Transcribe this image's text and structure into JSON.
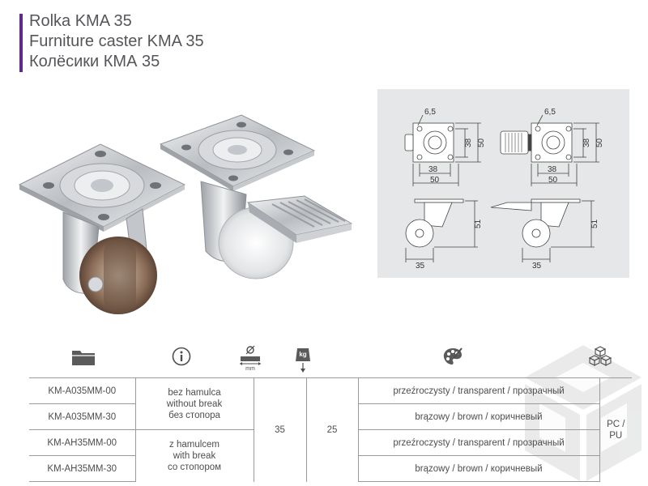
{
  "colors": {
    "accent": "#5f2a8c",
    "text": "#4d4d4d",
    "rule": "#9a9a9a",
    "panel": "#e6e7e8"
  },
  "header": {
    "title_pl": "Rolka KMA 35",
    "title_en": "Furniture caster KMA 35",
    "title_ru": "Колёсики КМА 35"
  },
  "drawing": {
    "hole_label": "6,5",
    "dim_38": "38",
    "dim_50": "50",
    "dim_51": "51",
    "dim_35": "35"
  },
  "table": {
    "column_icons": [
      "folder-icon",
      "info-icon",
      "wheel-diameter-icon",
      "load-weight-icon",
      "palette-icon",
      "material-cubes-icon"
    ],
    "diameter_unit": "mm",
    "weight_unit": "kg",
    "rows": [
      {
        "code": "KM-A035MM-00",
        "color": "przeźroczysty / transparent / прозрачный"
      },
      {
        "code": "KM-A035MM-30",
        "color": "brązowy / brown / коричневый"
      },
      {
        "code": "KM-AH35MM-00",
        "color": "przeźroczysty / transparent / прозрачный"
      },
      {
        "code": "KM-AH35MM-30",
        "color": "brązowy / brown / коричневый"
      }
    ],
    "no_brake": [
      "bez hamulca",
      "without break",
      "без стопора"
    ],
    "with_brake": [
      "z hamulcem",
      "with break",
      "со стопором"
    ],
    "diameter": "35",
    "load": "25",
    "material": "PC / PU"
  }
}
